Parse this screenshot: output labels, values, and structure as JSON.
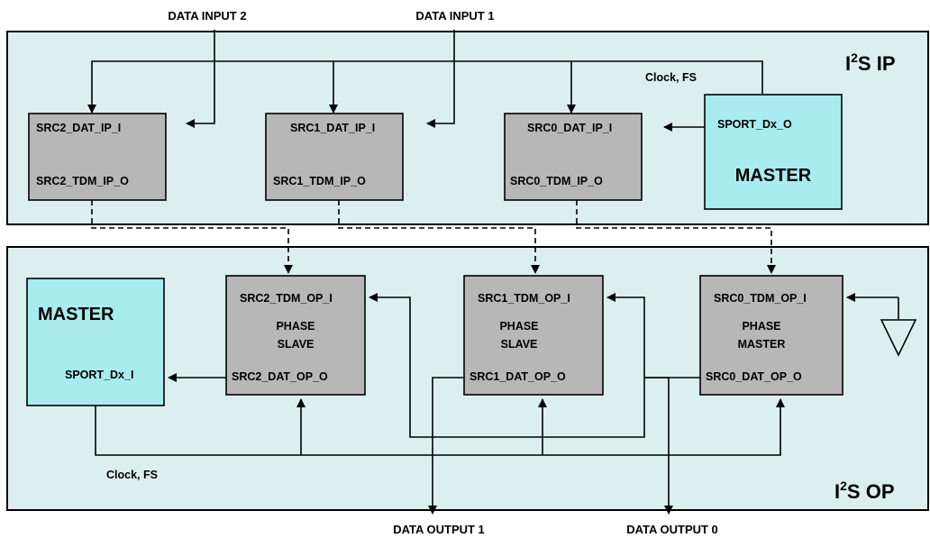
{
  "inputs": {
    "data_input_2": "DATA INPUT 2",
    "data_input_1": "DATA INPUT 1"
  },
  "outputs": {
    "data_output_1": "DATA OUTPUT 1",
    "data_output_0": "DATA OUTPUT 0"
  },
  "ip_panel": {
    "title_prefix": "I",
    "title_sup": "2",
    "title_suffix": "S IP",
    "clock_label": "Clock, FS",
    "src2": {
      "top": "SRC2_DAT_IP_I",
      "bottom": "SRC2_TDM_IP_O"
    },
    "src1": {
      "top": "SRC1_DAT_IP_I",
      "bottom": "SRC1_TDM_IP_O"
    },
    "src0": {
      "top": "SRC0_DAT_IP_I",
      "bottom": "SRC0_TDM_IP_O"
    },
    "master": {
      "port": "SPORT_Dx_O",
      "name": "MASTER"
    }
  },
  "op_panel": {
    "title_prefix": "I",
    "title_sup": "2",
    "title_suffix": "S OP",
    "clock_label": "Clock, FS",
    "master": {
      "name": "MASTER",
      "port": "SPORT_Dx_I"
    },
    "src2": {
      "top": "SRC2_TDM_OP_I",
      "mid1": "PHASE",
      "mid2": "SLAVE",
      "bottom": "SRC2_DAT_OP_O"
    },
    "src1": {
      "top": "SRC1_TDM_OP_I",
      "mid1": "PHASE",
      "mid2": "SLAVE",
      "bottom": "SRC1_DAT_OP_O"
    },
    "src0": {
      "top": "SRC0_TDM_OP_I",
      "mid1": "PHASE",
      "mid2": "MASTER",
      "bottom": "SRC0_DAT_OP_O"
    }
  },
  "colors": {
    "panel_fill": "#dcefef",
    "block_fill": "#b7b7b7",
    "master_fill": "#a8ecef",
    "line": "#000000"
  }
}
